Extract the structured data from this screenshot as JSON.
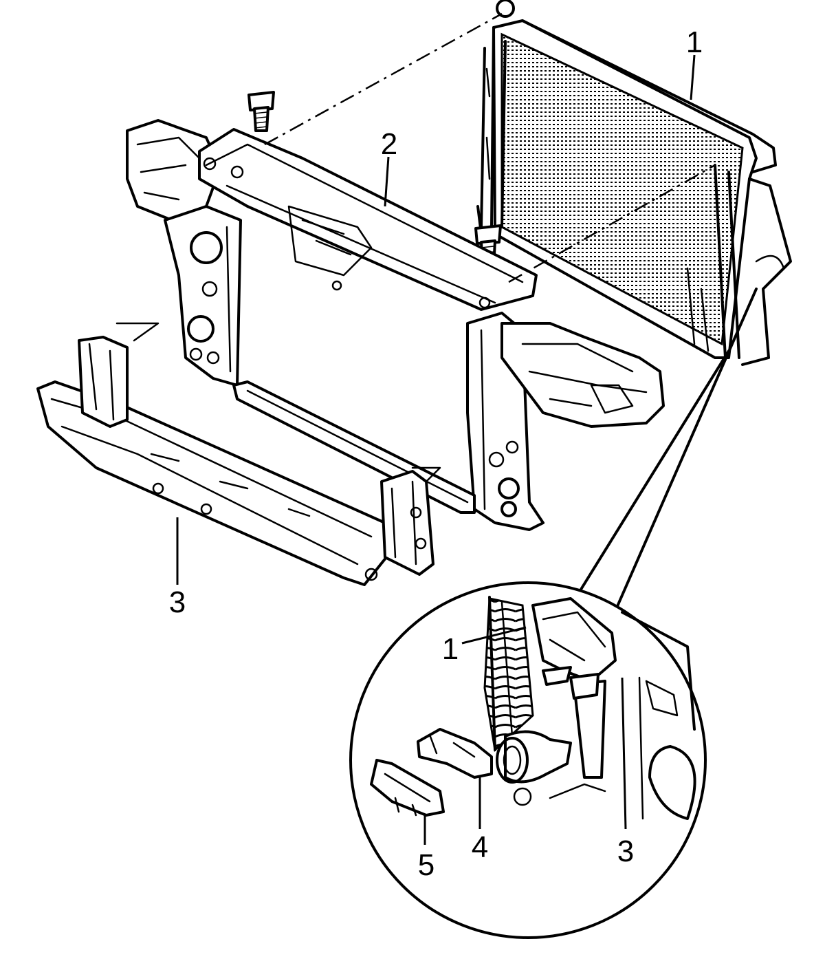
{
  "callouts": {
    "main_1": "1",
    "main_2": "2",
    "main_3": "3",
    "detail_1": "1",
    "detail_3": "3",
    "detail_4": "4",
    "detail_5": "5"
  },
  "colors": {
    "line": "#000000",
    "background": "#ffffff"
  }
}
